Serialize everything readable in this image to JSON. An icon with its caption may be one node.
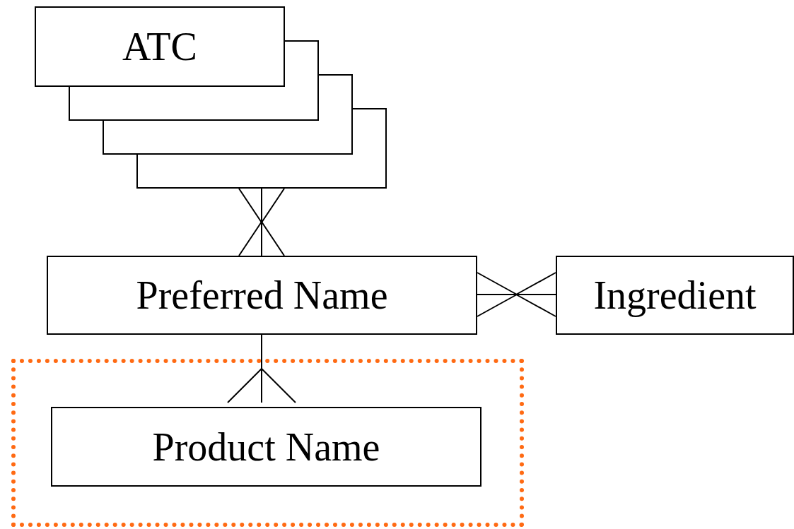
{
  "diagram": {
    "nodes": [
      {
        "text": [
          "ATC"
        ]
      },
      {
        "text": [
          "Preferred Name"
        ]
      },
      {
        "text": [
          "Ingredient"
        ]
      },
      {
        "text": [],
        "shape": "box"
      },
      {
        "text": [
          "Product Name"
        ],
        "in": 3
      }
    ],
    "edges": [
      {
        "from": 0,
        "to": 1,
        "arrow": "other"
      },
      {
        "from": 1,
        "to": 2,
        "arrow": "other"
      },
      {
        "from": 1,
        "to": 4,
        "arrow": "other"
      }
    ]
  }
}
